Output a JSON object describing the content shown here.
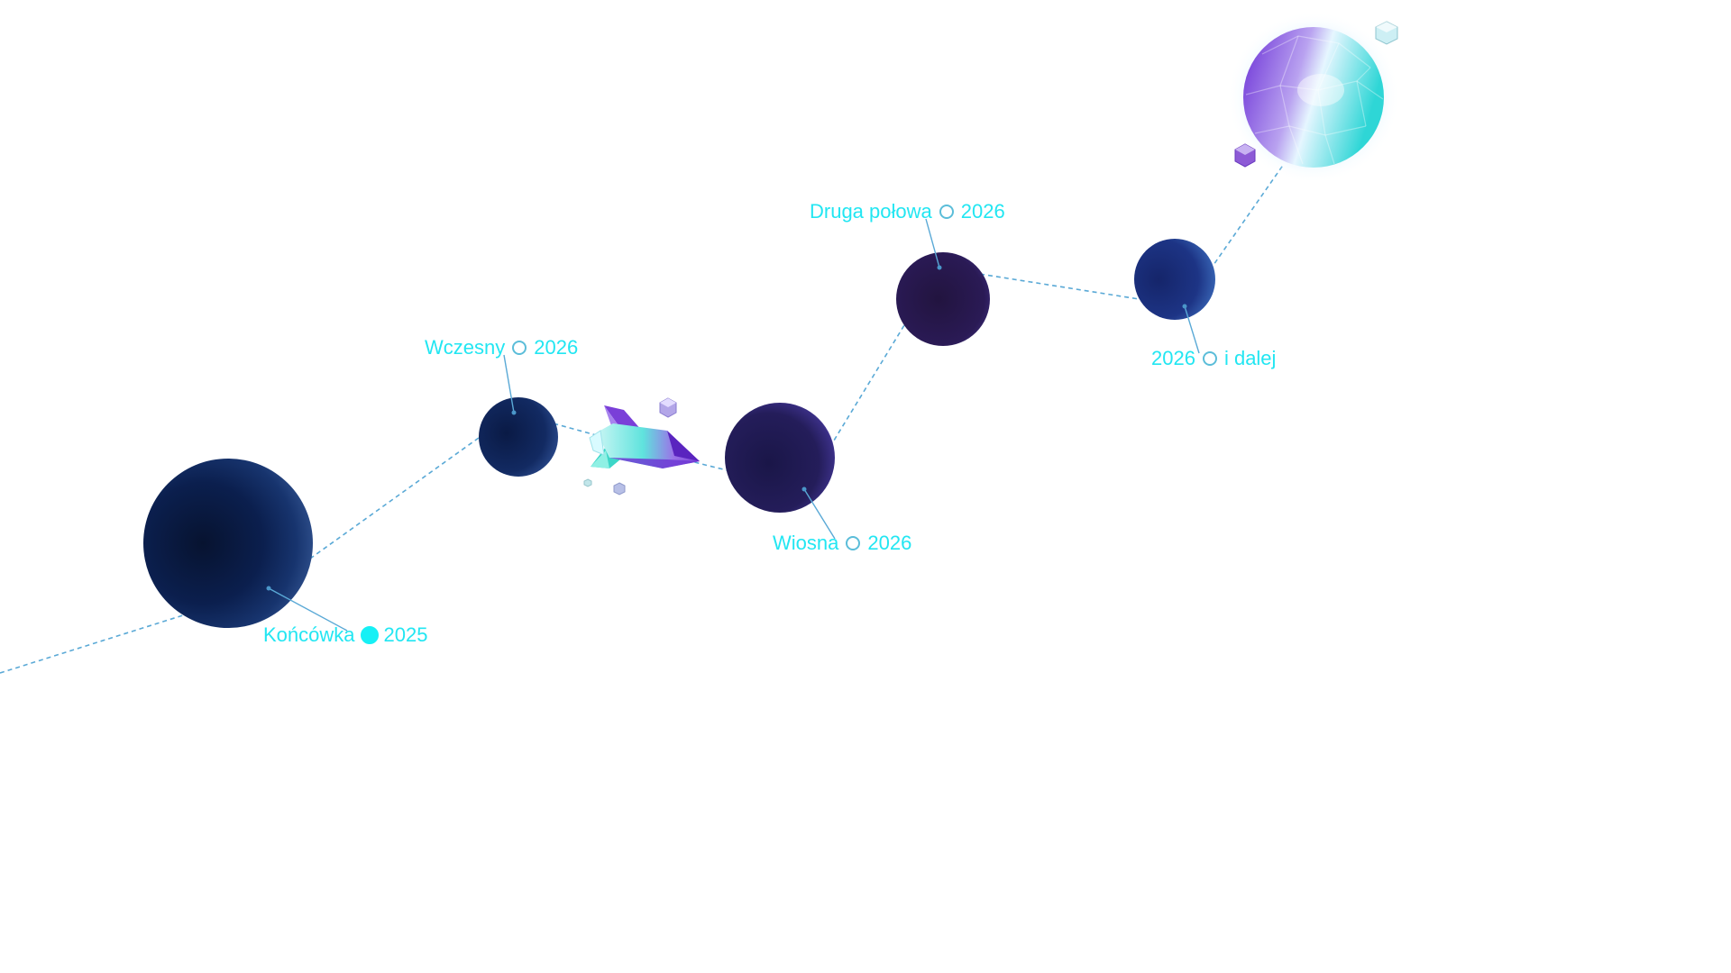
{
  "colors": {
    "label_text": "#22e6f2",
    "connector_line": "#5aa9d6",
    "dot_active": "#16f0f5",
    "dot_outline": "#5bbdd9",
    "planet_dark": "#0b1a40",
    "planet_purple": "#261a52",
    "crystal_purple": "#8a4fe0",
    "crystal_cyan": "#39e0e0"
  },
  "milestones": [
    {
      "phase": "Końcówka",
      "year": "2025",
      "active": true
    },
    {
      "phase": "Wczesny",
      "year": "2026",
      "active": false
    },
    {
      "phase": "Wiosna",
      "year": "2026",
      "active": false
    },
    {
      "phase": "Druga połowa",
      "year": "2026",
      "active": false
    },
    {
      "phase": "i dalej",
      "year": "2026",
      "active": false
    }
  ],
  "icons": {
    "rocket": "rocket-icon",
    "crystal_planet": "crystal-planet-icon",
    "gem": "gem-icon",
    "planet": "planet-icon",
    "timeline_dot": "timeline-dot-icon"
  }
}
